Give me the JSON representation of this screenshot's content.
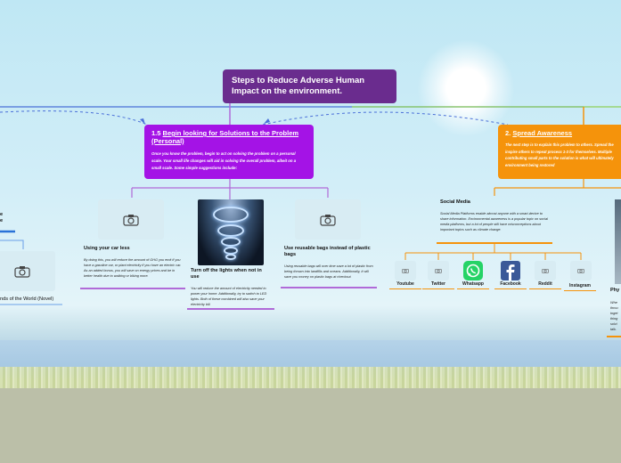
{
  "root": {
    "title": "Steps to Reduce Adverse Human Impact on the environment."
  },
  "main_node": {
    "number": "1.5",
    "title": "Begin looking for Solutions to the Problem (Personal)",
    "desc": "Once you know the problem, begin to act on solving the problem on a personal scale. Your small life changes will aid in solving the overall problem, albeit on a small scale. Some simple suggestions include:"
  },
  "spread_node": {
    "number": "2.",
    "title": "Spread Awareness",
    "desc_lines": [
      "The next step is to explain this problem to others. Spread the",
      "inspire others to repeat process 1-3 for themselves. Multiple",
      "contributing small parts to the solution is what will ultimately",
      "environment being restored"
    ]
  },
  "children": [
    {
      "title": "Using your car less",
      "desc": "By doing this, you will reduce the amount of GHG you emit if you have a gasoline car, or plant electricity if you have an electric car. As an added bonus, you will save on energy prices and be in better health due to walking or biking more."
    },
    {
      "title": "Turn off the lights when not in use",
      "desc": "You will reduce the amount of electricity needed to power your home. Additionally, try to switch to LED lights. Both of these combined will also save your electricity bill."
    },
    {
      "title": "Use reusable bags instead of plastic bags",
      "desc": "Using reusable bags will over time save a lot of plastic from being thrown into landfills and oceans. Additionally, it will save you money on plastic bags at checkout."
    }
  ],
  "left_partial": {
    "title_fragment_1": "e",
    "title_fragment_2": "e",
    "book_label": "nds of the World (Novel)"
  },
  "social_media": {
    "title": "Social Media",
    "desc": "Social Media Platforms enable almost anyone with a smart-device to share information. Environmental awareness is a popular topic on social media platforms, but a lot of people still have misconceptions about important topics such as climate change.",
    "platforms": [
      {
        "label": "Youtube",
        "icon": "youtube-icon-placeholder"
      },
      {
        "label": "Twitter",
        "icon": "twitter-icon-placeholder"
      },
      {
        "label": "Whatsapp",
        "icon": "whatsapp-icon"
      },
      {
        "label": "Facebook",
        "icon": "facebook-icon"
      },
      {
        "label": "Reddit",
        "icon": "reddit-icon-placeholder"
      },
      {
        "label": "Instagram",
        "icon": "instagram-icon-placeholder"
      }
    ]
  },
  "right_partial": {
    "title_fragment": "Phy",
    "desc_fragments": [
      "Whe",
      "throu",
      "toget",
      "thing",
      "solvi",
      "talk."
    ]
  },
  "colors": {
    "root": "#6a2c8e",
    "purple": "#a413e6",
    "orange": "#f5930b",
    "whatsapp": "#25d366",
    "facebook": "#3b5998"
  }
}
